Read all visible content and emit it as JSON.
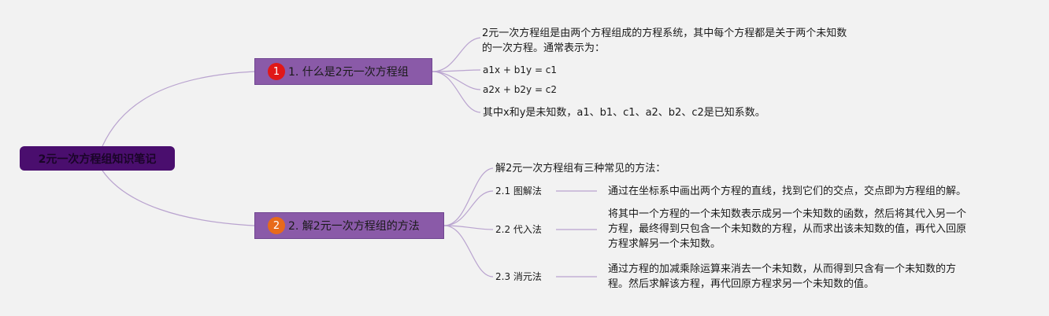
{
  "root": {
    "title": "2元一次方程组知识笔记"
  },
  "branches": [
    {
      "badge": "1",
      "title": "1. 什么是2元一次方程组",
      "children": [
        {
          "line1": "2元一次方程组是由两个方程组成的方程系统，其中每个方程都是关于两个未知数",
          "line2": "的一次方程。通常表示为："
        },
        {
          "text": "a1x + b1y = c1"
        },
        {
          "text": "a2x + b2y = c2"
        },
        {
          "text": "其中x和y是未知数，a1、b1、c1、a2、b2、c2是已知系数。"
        }
      ]
    },
    {
      "badge": "2",
      "title": "2. 解2元一次方程组的方法",
      "intro": "解2元一次方程组有三种常见的方法：",
      "methods": [
        {
          "name": "2.1 图解法",
          "desc": [
            "通过在坐标系中画出两个方程的直线，找到它们的交点，交点即为方程组的解。"
          ]
        },
        {
          "name": "2.2 代入法",
          "desc": [
            "将其中一个方程的一个未知数表示成另一个未知数的函数，然后将其代入另一个",
            "方程，最终得到只包含一个未知数的方程，从而求出该未知数的值，再代入回原",
            "方程求解另一个未知数。"
          ]
        },
        {
          "name": "2.3 消元法",
          "desc": [
            "通过方程的加减乘除运算来消去一个未知数，从而得到只含有一个未知数的方",
            "程。然后求解该方程，再代回原方程求另一个未知数的值。"
          ]
        }
      ]
    }
  ],
  "colors": {
    "background": "#f2f2f2",
    "root_fill": "#4a0e6e",
    "branch_fill": "#8a5aa8",
    "connector": "#b9a3cf",
    "badge1": "#e01818",
    "badge2": "#e86a1a"
  }
}
